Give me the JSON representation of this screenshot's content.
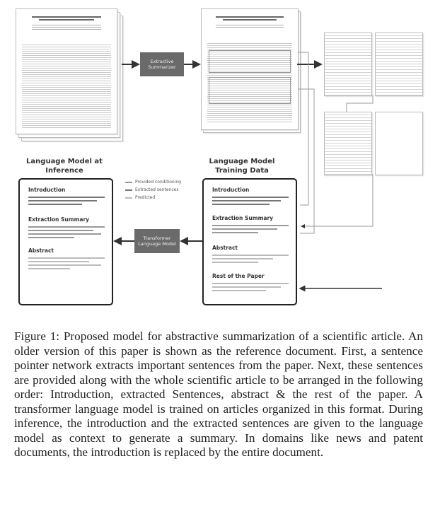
{
  "diagram": {
    "extractive_box": "Extractive Summarizer",
    "transformer_box": "Transformer Language Model",
    "inference_heading": "Language Model at Inference",
    "training_heading": "Language Model Training Data",
    "legend": [
      "Provided conditioning",
      "Extracted sentences",
      "Predicted"
    ],
    "inference_sections": [
      "Introduction",
      "Extraction Summary",
      "Abstract"
    ],
    "training_sections": [
      "Introduction",
      "Extraction Summary",
      "Abstract",
      "Rest of the Paper"
    ],
    "colors": {
      "box_fill": "#6a6a6a",
      "card_border": "#222222",
      "arrow": "#333333"
    }
  },
  "caption": "Figure 1:  Proposed model for abstractive summarization of a scientific article. An older version of this paper is shown as the reference document. First, a sentence pointer network extracts important sentences from the paper. Next, these sentences are provided along with the whole scientific article to be arranged in the following order: Introduction, extracted Sentences, abstract & the rest of the paper. A transformer language model is trained on articles organized in this format. During inference, the introduction and the extracted sentences are given to the language model as context to generate a summary. In domains like news and patent documents, the introduction is replaced by the entire document."
}
